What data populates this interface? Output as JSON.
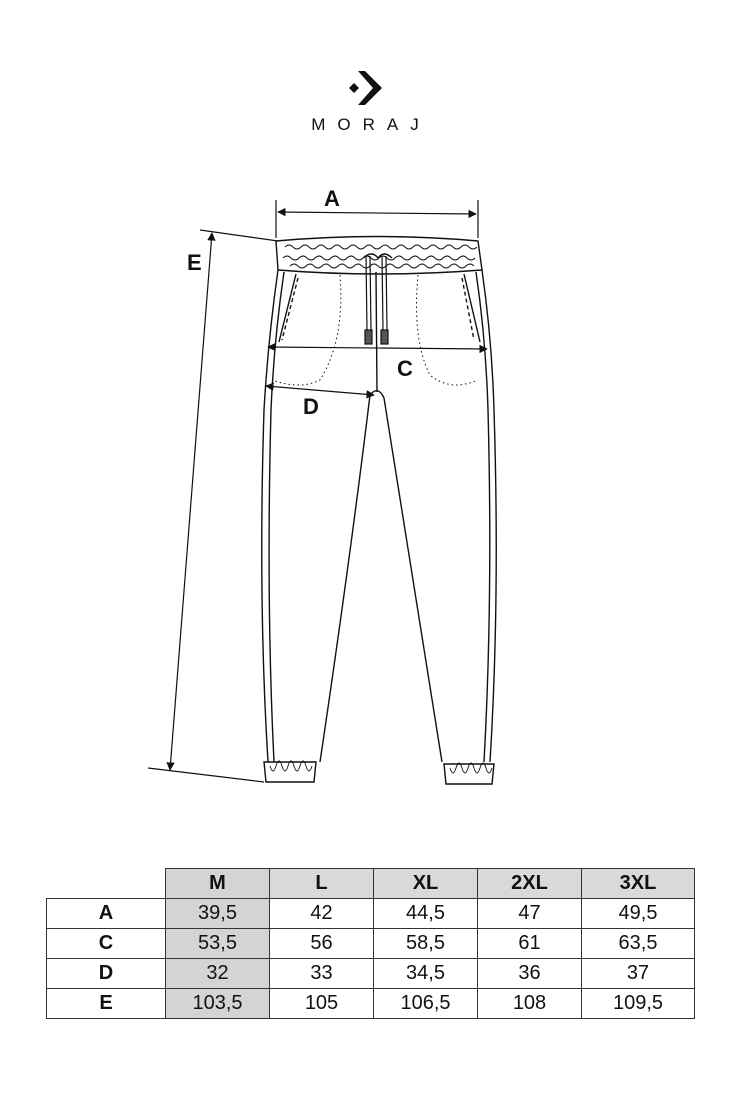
{
  "brand": {
    "name": "MORAJ",
    "logo_icon": "chevron-diamond-logo-icon"
  },
  "diagram": {
    "labels": {
      "A": "A",
      "C": "C",
      "D": "D",
      "E": "E"
    },
    "line_color": "#111111"
  },
  "size_table": {
    "sizes": [
      "M",
      "L",
      "XL",
      "2XL",
      "3XL"
    ],
    "highlight_color": "#d4d4d4",
    "rows": [
      {
        "label": "A",
        "values": [
          "39,5",
          "42",
          "44,5",
          "47",
          "49,5"
        ]
      },
      {
        "label": "C",
        "values": [
          "53,5",
          "56",
          "58,5",
          "61",
          "63,5"
        ]
      },
      {
        "label": "D",
        "values": [
          "32",
          "33",
          "34,5",
          "36",
          "37"
        ]
      },
      {
        "label": "E",
        "values": [
          "103,5",
          "105",
          "106,5",
          "108",
          "109,5"
        ]
      }
    ]
  }
}
